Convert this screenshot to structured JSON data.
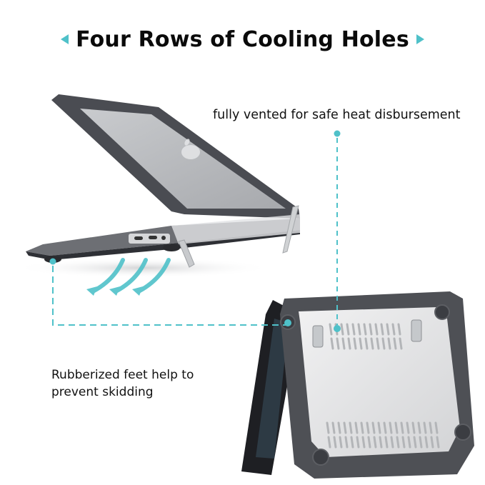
{
  "header": {
    "title": "Four Rows of Cooling Holes",
    "left_arrow_icon": "triangle-left-icon",
    "right_arrow_icon": "triangle-right-icon"
  },
  "callouts": {
    "vented": "fully vented for safe heat disbursement",
    "feet_line1": "Rubberized feet help to",
    "feet_line2": "prevent skidding"
  },
  "images": {
    "laptop_side": "laptop-with-case-side-view-on-kickstand",
    "laptop_tent": "laptop-with-case-tent-mode-bottom-view",
    "airflow_arrows": "airflow-arrows-icon"
  },
  "colors": {
    "accent": "#4fc1c9",
    "text": "#111111",
    "case_dark": "#4a4c52",
    "case_light": "#d9dadc",
    "background": "#ffffff"
  }
}
